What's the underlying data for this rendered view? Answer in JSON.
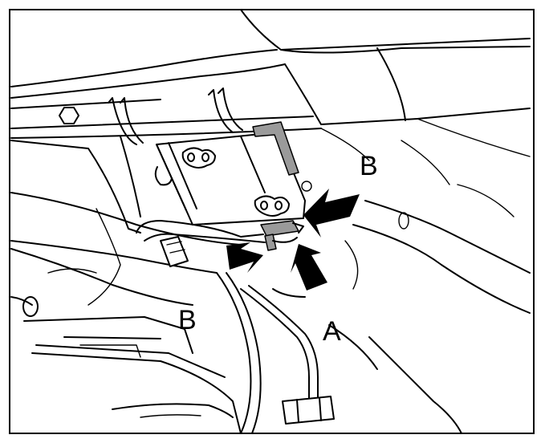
{
  "labels": {
    "b_upper": "B",
    "b_lower": "B",
    "a": "A"
  },
  "colors": {
    "ink": "#000000",
    "paper": "#ffffff",
    "tab_fill": "#9a9a9a"
  },
  "icons": {
    "callout_arrow": "filled-arrow"
  }
}
